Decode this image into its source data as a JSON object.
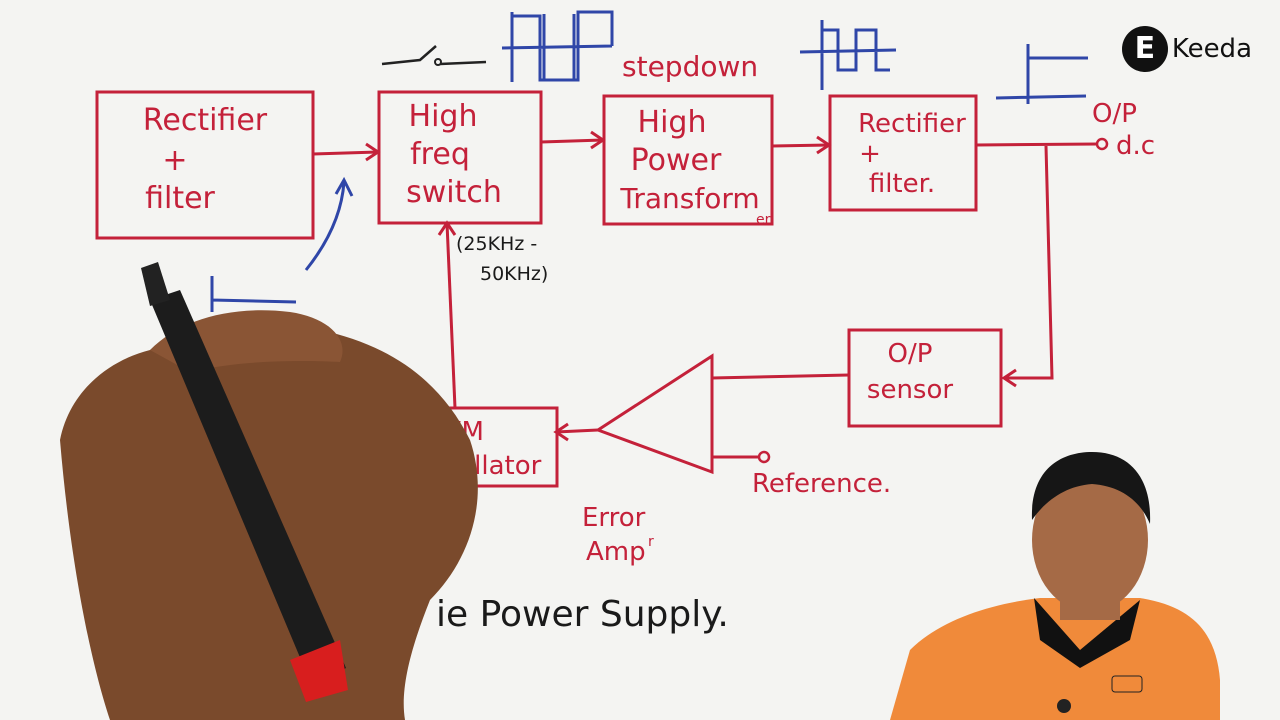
{
  "blocks": {
    "rectifier_filter_1": {
      "line1": "Rectifier",
      "line2": "+",
      "line3": "filter"
    },
    "high_freq_switch": {
      "line1": "High",
      "line2": "freq",
      "line3": "switch"
    },
    "high_power_transformer": {
      "line1": "High",
      "line2": "Power",
      "line3": "Transform",
      "suffix": "er"
    },
    "rectifier_filter_2": {
      "line1": "Rectifier",
      "line2": "+",
      "line3": "filter."
    },
    "op_sensor": {
      "line1": "O/P",
      "line2": "sensor"
    },
    "pwm_oscillator": {
      "line1": "PWM",
      "line2": "Oscillator"
    }
  },
  "labels": {
    "step_down": "stepdown",
    "frequency_range_1": "(25KHz -",
    "frequency_range_2": "50KHz)",
    "output_1": "O/P",
    "output_2": "d.c",
    "reference": "Reference.",
    "error_amp_1": "Error",
    "error_amp_2": "Amp",
    "error_amp_sup": "r",
    "title": "ie Power Supply."
  },
  "logo": {
    "mark": "E",
    "text": "Keeda"
  },
  "colors": {
    "ink_red": "#c4213a",
    "ink_blue": "#2f46a8",
    "board": "#f4f4f2"
  }
}
